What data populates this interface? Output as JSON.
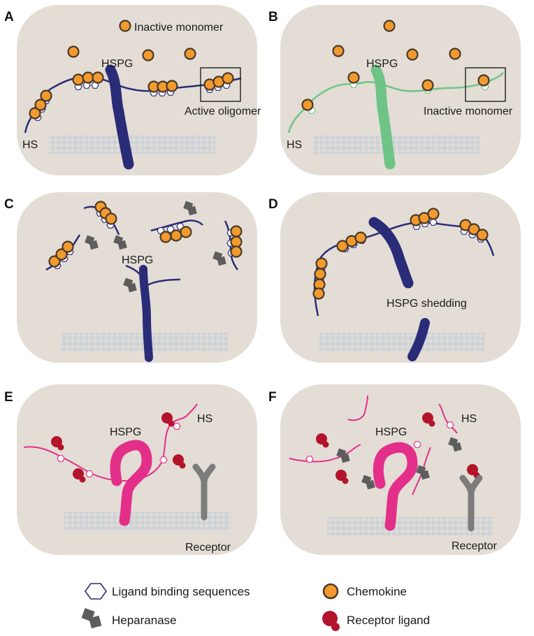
{
  "panels": [
    {
      "letter": "A",
      "labels": {
        "hspg": "HSPG",
        "hs": "HS",
        "inactive": "Inactive monomer",
        "active": "Active oligomer"
      }
    },
    {
      "letter": "B",
      "labels": {
        "hspg": "HSPG",
        "hs": "HS",
        "inactive": "Inactive monomer"
      }
    },
    {
      "letter": "C",
      "labels": {
        "hspg": "HSPG"
      }
    },
    {
      "letter": "D",
      "labels": {
        "shedding": "HSPG shedding"
      }
    },
    {
      "letter": "E",
      "labels": {
        "hspg": "HSPG",
        "hs": "HS",
        "receptor": "Receptor"
      }
    },
    {
      "letter": "F",
      "labels": {
        "hspg": "HSPG",
        "hs": "HS",
        "receptor": "Receptor"
      }
    }
  ],
  "legend": {
    "ligand_binding": "Ligand binding sequences",
    "heparanase": "Heparanase",
    "chemokine": "Chemokine",
    "receptor_ligand": "Receptor ligand"
  },
  "colors": {
    "panel_bg": "#e3ddd5",
    "membrane": "#ccd2d8",
    "navy": "#2b2c78",
    "green": "#6ec486",
    "magenta": "#e32f8a",
    "chemokine_fill": "#f29a2e",
    "chemokine_stroke": "#4a3a2a",
    "receptor_ligand": "#b3142c",
    "heparanase": "#5d5d5d",
    "receptor": "#7c7c7c"
  }
}
